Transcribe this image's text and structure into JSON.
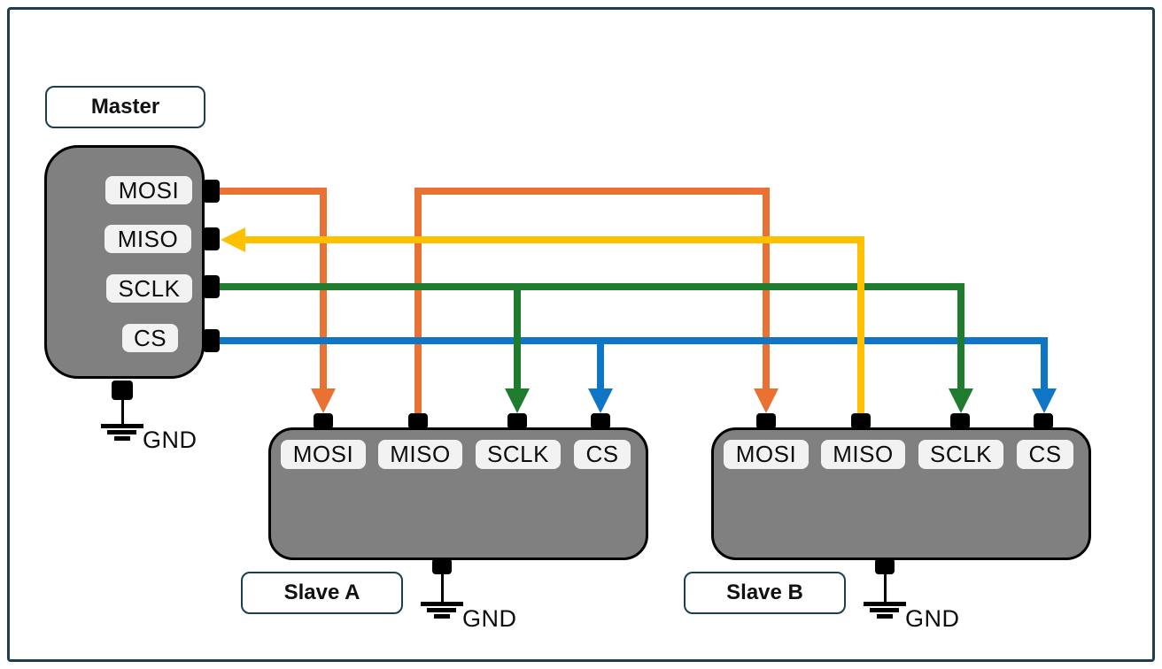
{
  "colors": {
    "mosi_wire": "#E97132",
    "miso_wire": "#FFC000",
    "sclk_wire": "#1F7B2D",
    "cs_wire": "#0E76C5",
    "device_fill": "#808080",
    "pin_chip_fill": "#F2F2F2",
    "frame_border": "#1C3F4F"
  },
  "master": {
    "label": "Master",
    "pins": [
      "MOSI",
      "MISO",
      "SCLK",
      "CS"
    ],
    "gnd_label": "GND"
  },
  "slave_a": {
    "label": "Slave A",
    "pins": [
      "MOSI",
      "MISO",
      "SCLK",
      "CS"
    ],
    "gnd_label": "GND"
  },
  "slave_b": {
    "label": "Slave B",
    "pins": [
      "MOSI",
      "MISO",
      "SCLK",
      "CS"
    ],
    "gnd_label": "GND"
  }
}
